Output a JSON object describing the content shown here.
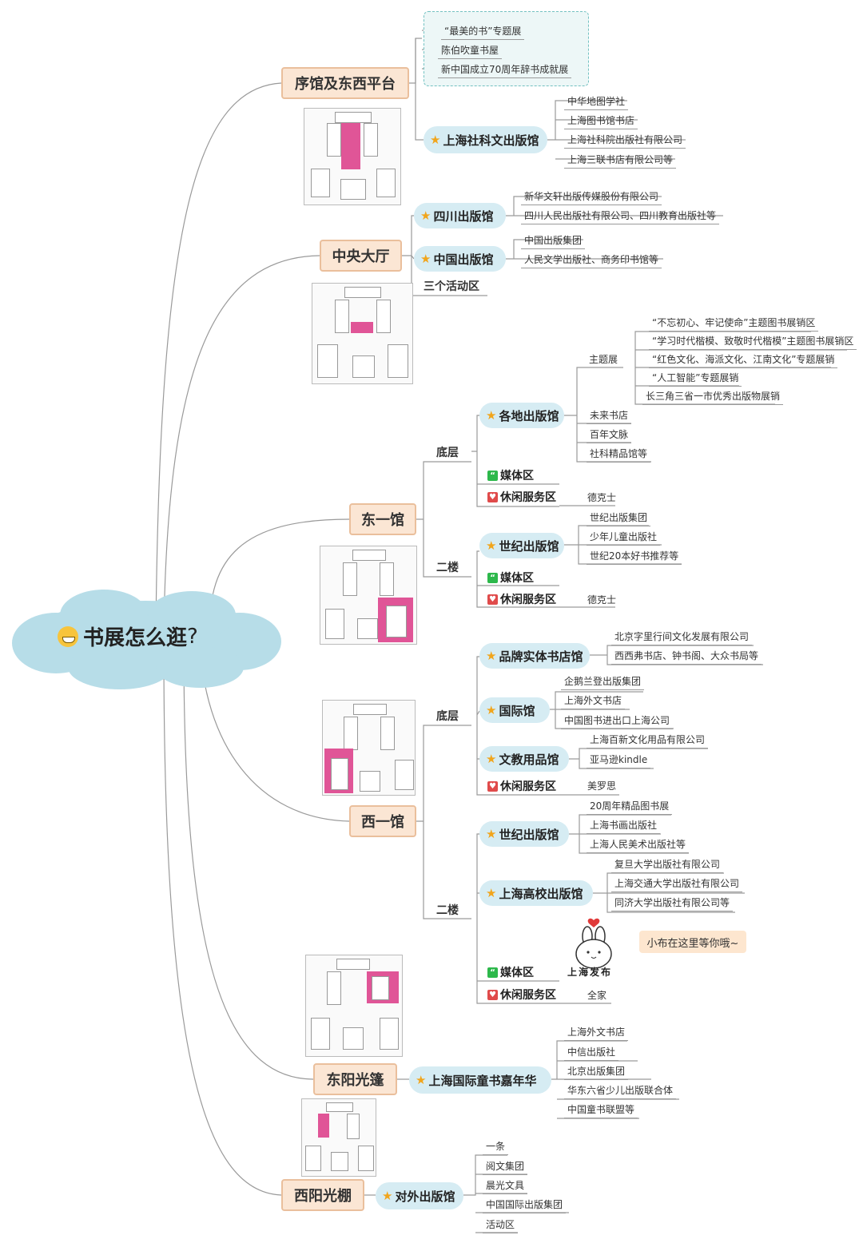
{
  "root": {
    "title": "书展怎么逛",
    "suffix": "?"
  },
  "halls": {
    "xuguan": {
      "title": "序馆及东西平台",
      "themes": [
        "“最美的书”专题展",
        "陈伯吹童书屋",
        "新中国成立70周年辞书成就展"
      ],
      "sheke": {
        "title": "上海社科文出版馆",
        "items": [
          "中华地图学社",
          "上海图书馆书店",
          "上海社科院出版社有限公司",
          "上海三联书店有限公司等"
        ]
      }
    },
    "zhongyang": {
      "title": "中央大厅",
      "sichuan": {
        "title": "四川出版馆",
        "items": [
          "新华文轩出版传媒股份有限公司",
          "四川人民出版社有限公司、四川教育出版社等"
        ]
      },
      "zhongguo": {
        "title": "中国出版馆",
        "items": [
          "中国出版集团",
          "人民文学出版社、商务印书馆等"
        ]
      },
      "activity": "三个活动区"
    },
    "dongyi": {
      "title": "东一馆",
      "floor1": "底层",
      "gedi": {
        "title": "各地出版馆",
        "theme_label": "主题展",
        "themes": [
          "“不忘初心、牢记使命”主题图书展销区",
          "“学习时代楷模、致敬时代楷模”主题图书展销区",
          "“红色文化、海派文化、江南文化”专题展销",
          "“人工智能”专题展销",
          "长三角三省一市优秀出版物展销"
        ],
        "items": [
          "未来书店",
          "百年文脉",
          "社科精品馆等"
        ]
      },
      "media1": "媒体区",
      "leisure1": {
        "title": "休闲服务区",
        "item": "德克士"
      },
      "floor2": "二楼",
      "shiji": {
        "title": "世纪出版馆",
        "items": [
          "世纪出版集团",
          "少年儿童出版社",
          "世纪20本好书推荐等"
        ]
      },
      "media2": "媒体区",
      "leisure2": {
        "title": "休闲服务区",
        "item": "德克士"
      }
    },
    "xiyi": {
      "title": "西一馆",
      "floor1": "底层",
      "pinpai": {
        "title": "品牌实体书店馆",
        "items": [
          "北京字里行间文化发展有限公司",
          "西西弗书店、钟书阁、大众书局等"
        ]
      },
      "guoji": {
        "title": "国际馆",
        "items": [
          "企鹅兰登出版集团",
          "上海外文书店",
          "中国图书进出口上海公司"
        ]
      },
      "wenjiao": {
        "title": "文教用品馆",
        "items": [
          "上海百新文化用品有限公司",
          "亚马逊kindle"
        ]
      },
      "leisure1": {
        "title": "休闲服务区",
        "item": "美罗思"
      },
      "floor2": "二楼",
      "shiji": {
        "title": "世纪出版馆",
        "items": [
          "20周年精品图书展",
          "上海书画出版社",
          "上海人民美术出版社等"
        ]
      },
      "gaoxiao": {
        "title": "上海高校出版馆",
        "items": [
          "复旦大学出版社有限公司",
          "上海交通大学出版社有限公司",
          "同济大学出版社有限公司等"
        ]
      },
      "media": "媒体区",
      "leisure2": {
        "title": "休闲服务区",
        "item": "全家"
      },
      "note": "小布在这里等你哦~",
      "mascot_text": "上海发布"
    },
    "dongyang": {
      "title": "东阳光篷",
      "carnival": {
        "title": "上海国际童书嘉年华",
        "items": [
          "上海外文书店",
          "中信出版社",
          "北京出版集团",
          "华东六省少儿出版联合体",
          "中国童书联盟等"
        ]
      }
    },
    "xiyang": {
      "title": "西阳光棚",
      "waiguan": {
        "title": "对外出版馆",
        "items": [
          "一条",
          "阅文集团",
          "晨光文具",
          "中国国际出版集团",
          "活动区"
        ]
      }
    }
  },
  "colors": {
    "hall_fill": "#fbe6d4",
    "hall_border": "#eabf9c",
    "pill_fill": "#d6ecf3",
    "cloud": "#b7dde8",
    "map_highlight": "#e05597",
    "star": "#f1a51c"
  }
}
